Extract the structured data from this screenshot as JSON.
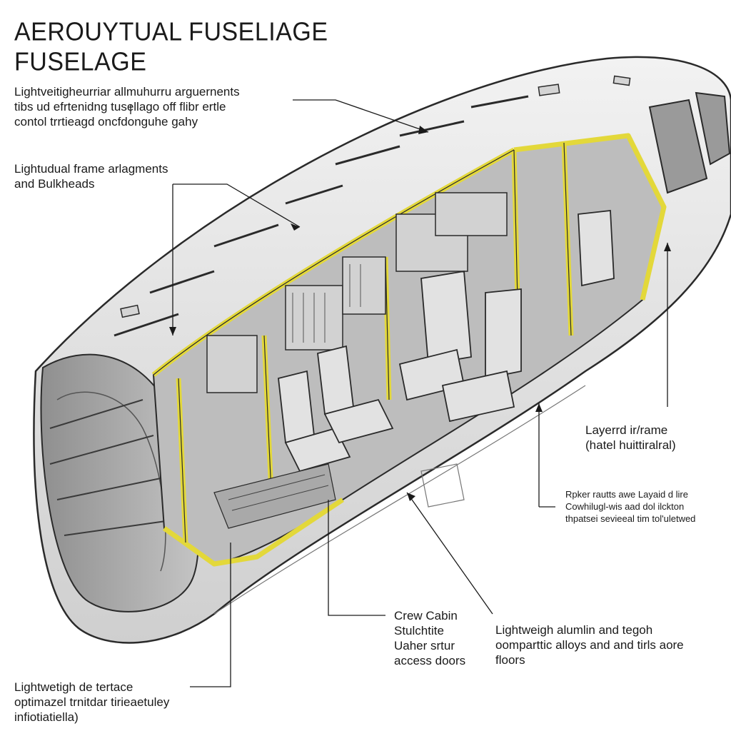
{
  "title": {
    "line1": "AEROUYTUAL FUSELIAGE",
    "line2": "FUSELAGE"
  },
  "callouts": [
    {
      "id": "top-left",
      "text": "Lightveitigheurriar allmuhurru arguernents\ntibs ud efrtenidng tusellago off flibr ertle\ncontol trrtieagd oncfdonguhe gahy"
    },
    {
      "id": "frames",
      "text": "Lightudual frame arlagments\nand Bulkheads"
    },
    {
      "id": "layered-frame",
      "text": "Layerrd ir/rame\n(hatel huittiralral)"
    },
    {
      "id": "small-note",
      "text": "Rpker rautts awe Layaid d lire\nCowhilugl-wis aad dol ilckton\nthpatsei sevieeal tim tol'uletwed"
    },
    {
      "id": "crew-cabin",
      "text": "Crew Cabin\nStulchtite\nUaher srtur\naccess doors"
    },
    {
      "id": "aluminium",
      "text": "Lightweigh alumlin and tegoh\noomparttic alloys and and tirls aore\nfloors"
    },
    {
      "id": "bottom-left",
      "text": "Lightwetigh de tertace\noptimazel trnitdar tirieaetuley\ninfiotiatiella)"
    }
  ],
  "colors": {
    "skin": "#e6e6e6",
    "skin_dark": "#c9c9c9",
    "interior": "#b4b4b4",
    "frame_yellow": "#e8e04a",
    "line": "#2a2a2a",
    "seat": "#d8d8d8"
  }
}
